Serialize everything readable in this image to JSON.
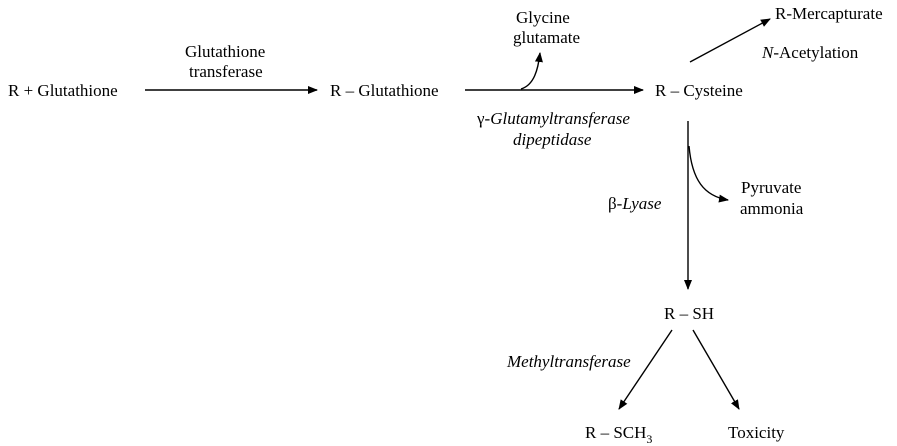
{
  "nodes": {
    "r_glutathione_input": "R + Glutathione",
    "r_glutathione": "R – Glutathione",
    "r_cysteine": "R – Cysteine",
    "r_mercapturate": "R-Mercapturate",
    "r_sh": "R – SH",
    "r_sch3_main": "R – SCH",
    "r_sch3_sub": "3",
    "toxicity": "Toxicity"
  },
  "byproducts": {
    "glycine_line1": "Glycine",
    "glycine_line2": "glutamate",
    "pyruvate_line1": "Pyruvate",
    "pyruvate_line2": "ammonia"
  },
  "enzymes": {
    "gst_line1": "Glutathione",
    "gst_line2": "transferase",
    "ggt_prefix": "γ-",
    "ggt_line1": "Glutamyltransferase",
    "ggt_line2": "dipeptidase",
    "nacetyl_prefix": "N",
    "nacetyl_suffix": "-Acetylation",
    "lyase_prefix": "β-",
    "lyase_name": "Lyase",
    "methyltransferase": "Methyltransferase"
  }
}
